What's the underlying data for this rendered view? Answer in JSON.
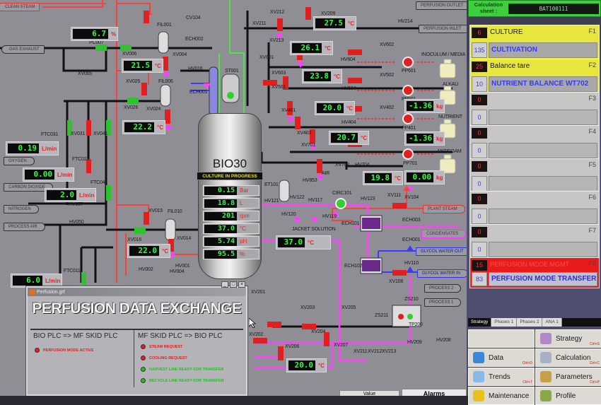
{
  "calculation_sheet": {
    "label": "Calculation sheet :",
    "value": "BAT100111"
  },
  "function_keys": [
    {
      "key": "F1",
      "step_no": "6",
      "step": "CULTURE",
      "phase_no": "135",
      "phase": "CULTIVATION",
      "color": "yellow"
    },
    {
      "key": "F2",
      "step_no": "25",
      "step": "Balance tare",
      "phase_no": "10",
      "phase": "NUTRIENT BALANCE WT702",
      "color": "yellow"
    },
    {
      "key": "F3",
      "step_no": "0",
      "step": "",
      "phase_no": "0",
      "phase": "",
      "color": "grey"
    },
    {
      "key": "F4",
      "step_no": "0",
      "step": "",
      "phase_no": "0",
      "phase": "",
      "color": "grey"
    },
    {
      "key": "F5",
      "step_no": "0",
      "step": "",
      "phase_no": "0",
      "phase": "",
      "color": "grey"
    },
    {
      "key": "F6",
      "step_no": "0",
      "step": "",
      "phase_no": "0",
      "phase": "",
      "color": "grey"
    },
    {
      "key": "F7",
      "step_no": "0",
      "step": "",
      "phase_no": "0",
      "phase": "",
      "color": "grey"
    },
    {
      "key": "F8",
      "step_no": "15",
      "step": "PERFUSION MODE MGMT",
      "phase_no": "83",
      "phase": "PERFUSION MODE TRANSFER",
      "color": "red"
    }
  ],
  "tabs": [
    "Strategy",
    "Phases 1",
    "Phases 2",
    "ANA 1"
  ],
  "active_tab": "Strategy",
  "nav_buttons": [
    {
      "label": "",
      "shortcut": ""
    },
    {
      "label": "Strategy",
      "shortcut": "Ctrl+S"
    },
    {
      "label": "Data",
      "shortcut": "Ctrl+D"
    },
    {
      "label": "Calculation",
      "shortcut": "Ctrl+C"
    },
    {
      "label": "Trends",
      "shortcut": "Ctrl+T"
    },
    {
      "label": "Parameters",
      "shortcut": "Ctrl+P"
    },
    {
      "label": "Maintenance",
      "shortcut": ""
    },
    {
      "label": "Profile",
      "shortcut": ""
    }
  ],
  "bottom_buttons": {
    "value": "Value",
    "alarms": "Alarms"
  },
  "vessel": {
    "name": "BIO30",
    "status": "CULTURE IN PROGRESS",
    "readings": [
      {
        "value": "0.15",
        "unit": "Bar"
      },
      {
        "value": "18.8",
        "unit": "L"
      },
      {
        "value": "201",
        "unit": "rpm"
      },
      {
        "value": "37.0",
        "unit": "°C"
      },
      {
        "value": "5.74",
        "unit": "pH"
      },
      {
        "value": "95.5",
        "unit": "%"
      }
    ]
  },
  "displays": {
    "pc_percent": {
      "value": "6.7",
      "unit": "%"
    },
    "temp_21_5": {
      "value": "21.5",
      "unit": "°C"
    },
    "temp_22_2": {
      "value": "22.2",
      "unit": "°C"
    },
    "flow_oxygen": {
      "value": "0.19",
      "unit": "L/min"
    },
    "flow_co2": {
      "value": "0.00",
      "unit": "L/min"
    },
    "flow_n2": {
      "value": "2.0",
      "unit": "L/min"
    },
    "flow_air": {
      "value": "6.0",
      "unit": "L/min"
    },
    "temp_22_0": {
      "value": "22.0",
      "unit": "°C"
    },
    "temp_27_5": {
      "value": "27.5",
      "unit": "°C"
    },
    "temp_26_1": {
      "value": "26.1",
      "unit": "°C"
    },
    "temp_23_8": {
      "value": "23.8",
      "unit": "°C"
    },
    "temp_20_0a": {
      "value": "20.0",
      "unit": "°C"
    },
    "temp_20_7": {
      "value": "20.7",
      "unit": "°C"
    },
    "temp_19_8": {
      "value": "19.8",
      "unit": "°C"
    },
    "weight_1": {
      "value": "-1.36",
      "unit": "kg"
    },
    "weight_2": {
      "value": "-1.36",
      "unit": "kg"
    },
    "weight_3": {
      "value": "0.00",
      "unit": "kg"
    },
    "jacket_temp": {
      "value": "37.0",
      "unit": "°C"
    },
    "temp_20_0b": {
      "value": "20.0",
      "unit": "°C"
    }
  },
  "line_labels": {
    "clean_steam": "CLEAN STEAM",
    "gas_exhaust": "GAS EXHAUST",
    "oxygen": "OXYGEN",
    "carbon_dioxide": "CARBON DIOXIDE",
    "nitrogen": "NITROGEN",
    "process_air": "PROCESS AIR",
    "perfusion_outlet": "PERFUSION OUTLET",
    "perfusion_inlet": "PERFUSION INLET",
    "plant_steam": "PLANT STEAM",
    "condensates": "CONDENSATES",
    "glycol_out": "GLYCOL WATER OUT",
    "glycol_in": "GLYCOL WATER IN",
    "inoculum": "INOCULUM / MEDIA",
    "alkali": "ALKALI",
    "nutrient": "NUTRIENT",
    "antifoam": "ANTIFOAM",
    "jacket_solution": "JACKET SOLUTION",
    "air": "AIR",
    "process_2": "process 2",
    "process_1": "process 1"
  },
  "tags": {
    "pc007": "PC007",
    "xv006": "XV006",
    "xv005": "XV005",
    "xv026": "XV026",
    "xv025": "XV025",
    "fil001": "FIL001",
    "fil006": "FIL006",
    "xv004": "XV004",
    "xv024": "XV024",
    "cv104": "CV104",
    "ech002": "ECH002",
    "ech001": "ECH001",
    "hv016": "HV016",
    "st001": "ST001",
    "ftc031": "FTC031",
    "ftc041": "FTC041",
    "ftc011": "FTC011",
    "ftc021": "FTC021",
    "xv021": "XV021",
    "xv031": "XV031",
    "xv041": "XV041",
    "hv057": "HV057",
    "hv050": "HV050",
    "xv015": "XV015",
    "xv016": "XV016",
    "fil010": "FIL010",
    "xv014": "XV014",
    "hv002": "HV002",
    "hv001": "HV001",
    "hv004": "HV004",
    "xv211": "XV211",
    "xv212": "XV212",
    "xv209": "XV209",
    "xv213": "XV213",
    "hv214": "HV214",
    "xv601": "XV601",
    "xv602": "XV602",
    "xv603": "XV603",
    "hv604": "HV604",
    "pp601": "PP601",
    "xv501": "XV501",
    "xv502": "XV502",
    "hv504": "HV504",
    "pp501": "PP501",
    "xv401": "XV401",
    "xv402": "XV402",
    "xv403": "XV403",
    "hv404": "HV404",
    "pp401": "PP401",
    "xv701": "XV701",
    "xv702": "XV702",
    "hv704": "HV704",
    "pp701": "PP701",
    "et101": "ET101",
    "hv853": "HV853",
    "hv121": "HV121",
    "hv122": "HV122",
    "hv117": "HV117",
    "hv120": "HV120",
    "hv119": "HV119",
    "hv123": "HV123",
    "circ101": "CIRC101",
    "ech101": "ECH101",
    "ech102": "ECH102",
    "xv111": "XV111",
    "xv104": "XV104",
    "ech003": "ECH003",
    "ech001b": "ECH001",
    "hv110": "HV110",
    "xv108": "XV108",
    "xv201": "XV201",
    "xv203": "XV203",
    "xv205": "XV205",
    "xv204": "XV204",
    "xv202": "XV202",
    "xv206": "XV206",
    "xv207": "XV207",
    "xv211b": "XV211",
    "xv212b": "XV212",
    "xv213b": "XV213",
    "zs211": "ZS211",
    "zs210": "ZS210",
    "tp200": "TP200",
    "hv209": "HV209",
    "hv208": "HV208",
    "xv203b": "XV203"
  },
  "popup": {
    "window_title": "Perfusion.grf",
    "heading": "PERFUSION DATA EXCHANGE",
    "left_header": "BIO PLC => MF SKID PLC",
    "right_header": "MF SKID PLC => BIO PLC",
    "left_signals": [
      {
        "label": "PERFUSION MODE ACTIVE",
        "state": "red"
      }
    ],
    "right_signals": [
      {
        "label": "STEAM REQUEST",
        "state": "red"
      },
      {
        "label": "COOLING REQUEST",
        "state": "red"
      },
      {
        "label": "HARVEST LINE READY FOR TRANSFER",
        "state": "green"
      },
      {
        "label": "RECYCLE LINE READY FOR TRANSFER",
        "state": "green"
      }
    ],
    "colors": {
      "red": "#e02020",
      "green": "#20c020"
    }
  }
}
